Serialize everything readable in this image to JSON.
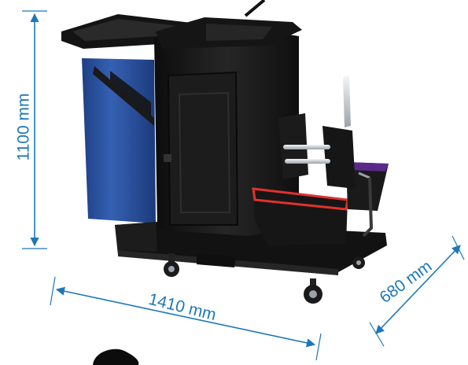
{
  "dimensions": {
    "height": "1100 mm",
    "width": "1410 mm",
    "depth": "680 mm"
  },
  "colors": {
    "dimension_line": "#1c78b8",
    "cart_body": "#151515",
    "cart_highlight": "#2a2a2a",
    "waste_bag": "#2a4f9a",
    "bucket_band": "#e0322e",
    "bucket_accent": "#5a2a8a",
    "chrome": "#c8ccd0"
  }
}
